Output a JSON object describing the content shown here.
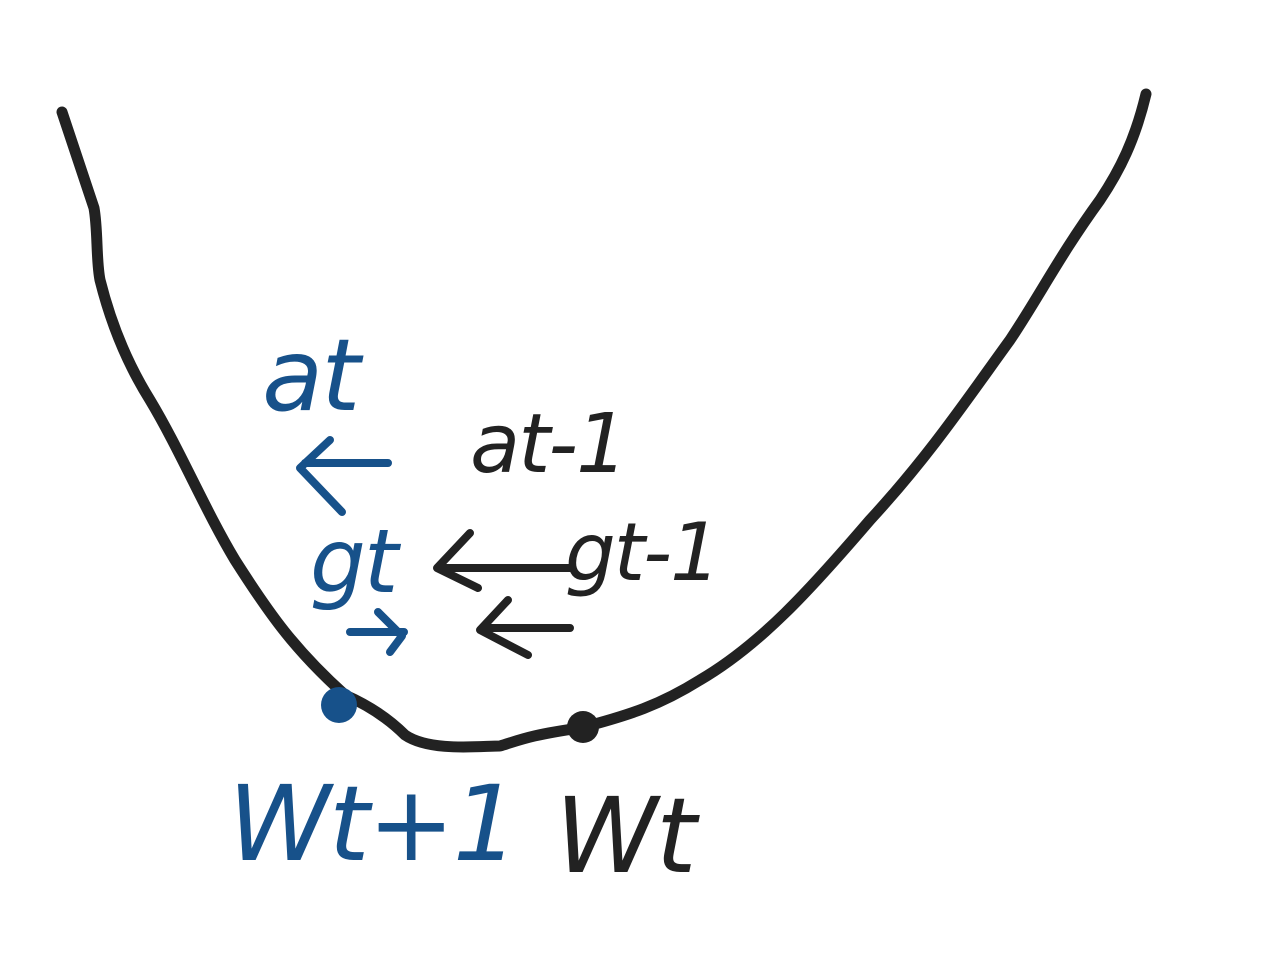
{
  "colors": {
    "ink": "#222222",
    "blue": "#17518a",
    "background": "#ffffff"
  },
  "labels": {
    "a_t": "at",
    "a_t_minus_1": "at-1",
    "g_t": "gt",
    "g_t_minus_1": "gt-1",
    "w_t_plus_1": "Wt+1",
    "w_t": "Wt"
  }
}
